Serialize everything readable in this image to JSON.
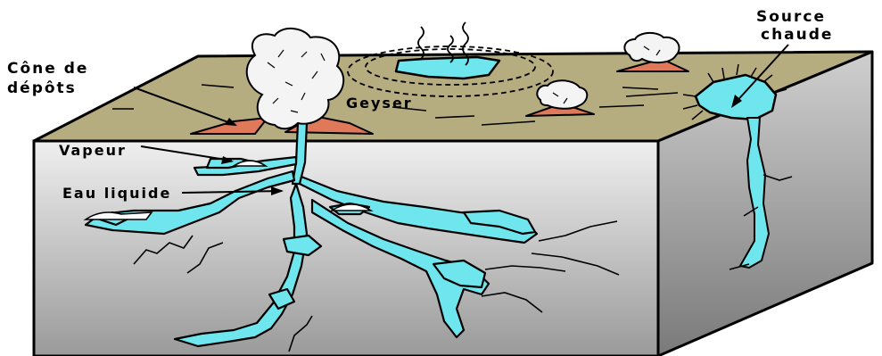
{
  "labels": {
    "cone_line1": "Cône de",
    "cone_line2": "dépôts",
    "vapeur": "Vapeur",
    "eau_liquide": "Eau liquide",
    "geyser": "Geyser",
    "source_line1": "Source",
    "source_line2": "chaude"
  },
  "colors": {
    "ground_top": "#b5ad80",
    "front_face_top": "#efefef",
    "front_face_bottom": "#9a9a9a",
    "side_face_top": "#cfcfcf",
    "side_face_bottom": "#7a7a7a",
    "water": "#6fe6ee",
    "cone": "#e0785a",
    "steam": "#f4f4f4",
    "outline": "#000000"
  }
}
